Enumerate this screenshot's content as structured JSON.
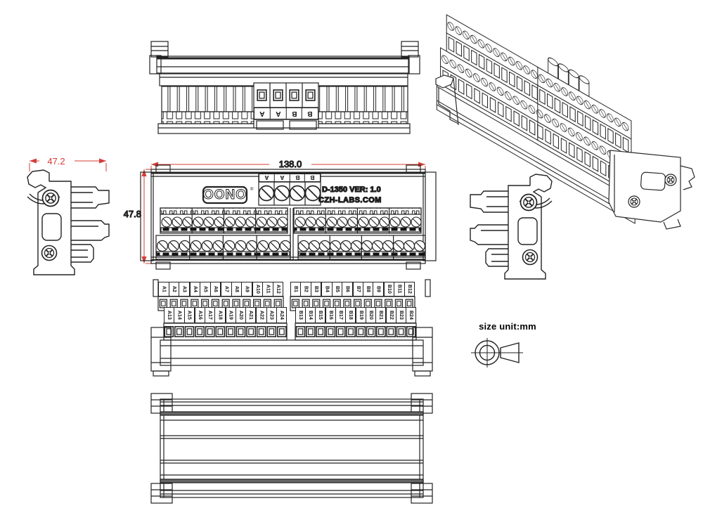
{
  "colors": {
    "line": "#222222",
    "dimension": "#d43c36",
    "background": "#ffffff",
    "hatch": "#111111"
  },
  "dimensions": {
    "side_width_mm": "47.2",
    "module_length_mm": "138.0",
    "module_height_mm": "47.8"
  },
  "front_view": {
    "brand": "OONO",
    "registered_mark": "®",
    "model": "D-1350 VER: 1.0",
    "website": "CZH-LABS.COM",
    "bus_terminal_labels": [
      "A",
      "A",
      "B",
      "B"
    ]
  },
  "top_view": {
    "bus_terminal_labels": [
      "A",
      "A",
      "B",
      "B"
    ]
  },
  "bottom_view": {
    "row1_left": [
      "A1",
      "A2",
      "A3",
      "A4",
      "A5",
      "A6",
      "A7",
      "A8",
      "A9",
      "A10",
      "A11",
      "A12"
    ],
    "row1_right": [
      "B1",
      "B2",
      "B3",
      "B4",
      "B5",
      "B6",
      "B7",
      "B8",
      "B9",
      "B10",
      "B11",
      "B12"
    ],
    "row2_left": [
      "A13",
      "A14",
      "A15",
      "A16",
      "A17",
      "A18",
      "A19",
      "A20",
      "A21",
      "A22",
      "A23",
      "A24"
    ],
    "row2_right": [
      "B13",
      "B14",
      "B15",
      "B16",
      "B17",
      "B18",
      "B19",
      "B20",
      "B21",
      "B22",
      "B23",
      "B24"
    ]
  },
  "note": {
    "size_unit": "size unit:mm"
  }
}
